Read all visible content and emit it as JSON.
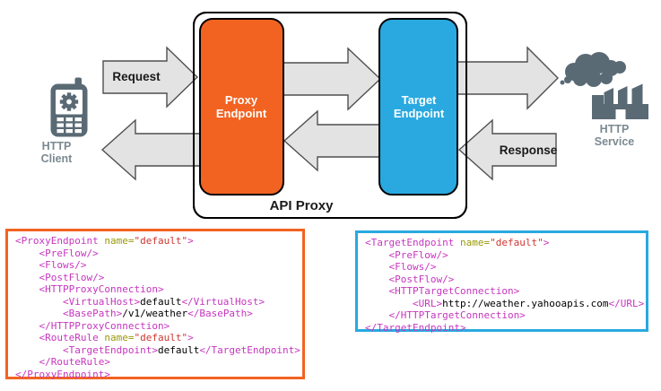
{
  "diagram": {
    "labels": {
      "request": "Request",
      "response": "Response",
      "api_proxy": "API Proxy",
      "proxy_endpoint_l1": "Proxy",
      "proxy_endpoint_l2": "Endpoint",
      "target_endpoint_l1": "Target",
      "target_endpoint_l2": "Endpoint",
      "http_client_l1": "HTTP",
      "http_client_l2": "Client",
      "http_service_l1": "HTTP",
      "http_service_l2": "Service"
    },
    "colors": {
      "proxy_orange": "#F26322",
      "target_blue": "#29A9E0",
      "arrow_fill": "#E3E3E4",
      "arrow_stroke": "#4f4f51",
      "icon_slate": "#5A6A75",
      "caption_gray": "#7b8a91",
      "box_border": "#000000"
    }
  },
  "syntax_colors": {
    "tag": "#C636BF",
    "attr": "#99990A",
    "val": "#CE3631",
    "text": "#000000"
  },
  "code_blocks": [
    {
      "name": "proxy-endpoint-config",
      "border_color": "#F26322",
      "lines": [
        [
          {
            "c": "tag",
            "t": "<ProxyEndpoint "
          },
          {
            "c": "attr",
            "t": "name="
          },
          {
            "c": "val",
            "t": "\"default\""
          },
          {
            "c": "tag",
            "t": ">"
          }
        ],
        [
          {
            "c": "tag",
            "t": "    <PreFlow/>"
          }
        ],
        [
          {
            "c": "tag",
            "t": "    <Flows/>"
          }
        ],
        [
          {
            "c": "tag",
            "t": "    <PostFlow/>"
          }
        ],
        [
          {
            "c": "tag",
            "t": "    <HTTPProxyConnection>"
          }
        ],
        [
          {
            "c": "tag",
            "t": "        <VirtualHost>"
          },
          {
            "c": "text",
            "t": "default"
          },
          {
            "c": "tag",
            "t": "</VirtualHost>"
          }
        ],
        [
          {
            "c": "tag",
            "t": "        <BasePath>"
          },
          {
            "c": "text",
            "t": "/v1/weather"
          },
          {
            "c": "tag",
            "t": "</BasePath>"
          }
        ],
        [
          {
            "c": "tag",
            "t": "    </HTTPProxyConnection>"
          }
        ],
        [
          {
            "c": "tag",
            "t": "    <RouteRule "
          },
          {
            "c": "attr",
            "t": "name="
          },
          {
            "c": "val",
            "t": "\"default\""
          },
          {
            "c": "tag",
            "t": ">"
          }
        ],
        [
          {
            "c": "tag",
            "t": "        <TargetEndpoint>"
          },
          {
            "c": "text",
            "t": "default"
          },
          {
            "c": "tag",
            "t": "</TargetEndpoint>"
          }
        ],
        [
          {
            "c": "tag",
            "t": "    </RouteRule>"
          }
        ],
        [
          {
            "c": "tag",
            "t": "</ProxyEndpoint>"
          }
        ]
      ]
    },
    {
      "name": "target-endpoint-config",
      "border_color": "#29A9E0",
      "lines": [
        [
          {
            "c": "tag",
            "t": "<TargetEndpoint "
          },
          {
            "c": "attr",
            "t": "name="
          },
          {
            "c": "val",
            "t": "\"default\""
          },
          {
            "c": "tag",
            "t": ">"
          }
        ],
        [
          {
            "c": "tag",
            "t": "    <PreFlow/>"
          }
        ],
        [
          {
            "c": "tag",
            "t": "    <Flows/>"
          }
        ],
        [
          {
            "c": "tag",
            "t": "    <PostFlow/>"
          }
        ],
        [
          {
            "c": "tag",
            "t": "    <HTTPTargetConnection>"
          }
        ],
        [
          {
            "c": "tag",
            "t": "        <URL>"
          },
          {
            "c": "text",
            "t": "http://weather.yahooapis.com"
          },
          {
            "c": "tag",
            "t": "</URL>"
          }
        ],
        [
          {
            "c": "tag",
            "t": "    </HTTPTargetConnection>"
          }
        ],
        [
          {
            "c": "tag",
            "t": "</TargetEndpoint>"
          }
        ]
      ]
    }
  ]
}
